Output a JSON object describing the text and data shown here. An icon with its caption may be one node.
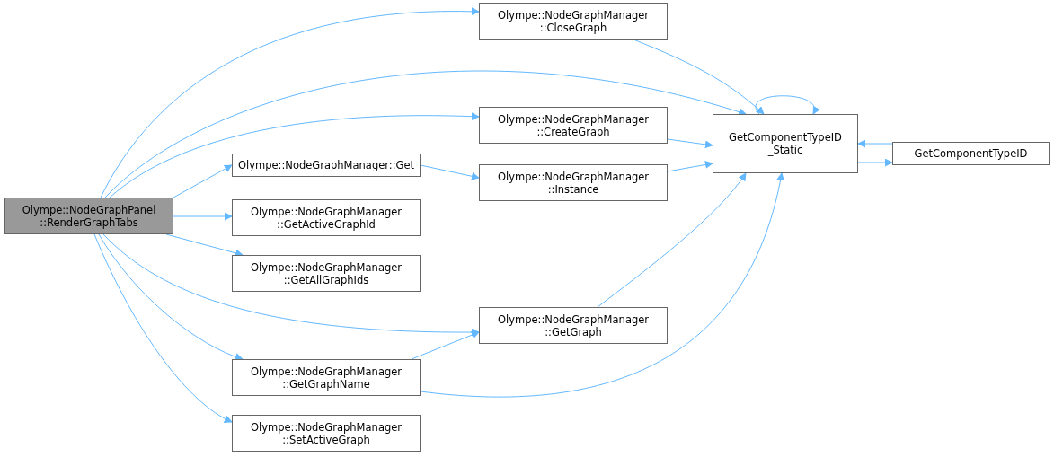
{
  "diagram": {
    "nodes": [
      {
        "text": [
          "Olympe::NodeGraphPanel ::RenderGraphTabs"
        ]
      },
      {
        "text": [
          "Olympe::NodeGraphManager ::CloseGraph"
        ]
      },
      {
        "text": [
          "Olympe::NodeGraphManager ::CreateGraph"
        ]
      },
      {
        "text": [
          "Olympe::NodeGraphManager::Get"
        ]
      },
      {
        "text": [
          "Olympe::NodeGraphManager ::Instance"
        ]
      },
      {
        "text": [
          "Olympe::NodeGraphManager ::GetActiveGraphId"
        ]
      },
      {
        "text": [
          "Olympe::NodeGraphManager ::GetAllGraphIds"
        ]
      },
      {
        "text": [
          "Olympe::NodeGraphManager ::GetGraph"
        ]
      },
      {
        "text": [
          "Olympe::NodeGraphManager ::GetGraphName"
        ]
      },
      {
        "text": [
          "Olympe::NodeGraphManager ::SetActiveGraph"
        ]
      },
      {
        "text": [
          "GetComponentTypeID _Static"
        ]
      },
      {
        "text": [
          "GetComponentTypeID"
        ]
      }
    ],
    "edges": [
      {
        "from": 0,
        "to": 1,
        "arrow": "to"
      },
      {
        "from": 0,
        "to": 10,
        "arrow": "to"
      },
      {
        "from": 0,
        "to": 2,
        "arrow": "to"
      },
      {
        "from": 0,
        "to": 3,
        "arrow": "to"
      },
      {
        "from": 0,
        "to": 5,
        "arrow": "to"
      },
      {
        "from": 0,
        "to": 6,
        "arrow": "to"
      },
      {
        "from": 0,
        "to": 7,
        "arrow": "to"
      },
      {
        "from": 0,
        "to": 8,
        "arrow": "to"
      },
      {
        "from": 0,
        "to": 9,
        "arrow": "to"
      },
      {
        "from": 1,
        "to": 10,
        "arrow": "to"
      },
      {
        "from": 2,
        "to": 10,
        "arrow": "to"
      },
      {
        "from": 3,
        "to": 4,
        "arrow": "to"
      },
      {
        "from": 4,
        "to": 10,
        "arrow": "to"
      },
      {
        "from": 7,
        "to": 10,
        "arrow": "to"
      },
      {
        "from": 8,
        "to": 7,
        "arrow": "to"
      },
      {
        "from": 8,
        "to": 10,
        "arrow": "to"
      },
      {
        "from": 10,
        "to": 10,
        "arrow": "to"
      },
      {
        "from": 10,
        "to": 11,
        "arrow": "to"
      },
      {
        "from": 11,
        "to": 10,
        "arrow": "to"
      }
    ]
  }
}
